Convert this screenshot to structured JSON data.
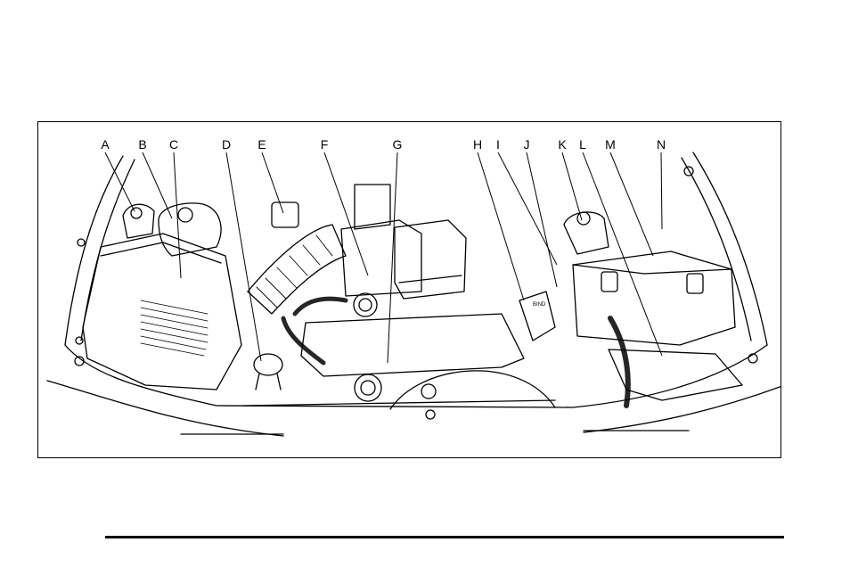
{
  "figure": {
    "callouts": [
      "A",
      "B",
      "C",
      "D",
      "E",
      "F",
      "G",
      "H",
      "I",
      "J",
      "K",
      "L",
      "M",
      "N"
    ],
    "radiator_cap_text": "BIND"
  },
  "colors": {
    "line": "#000000",
    "background": "#ffffff"
  }
}
